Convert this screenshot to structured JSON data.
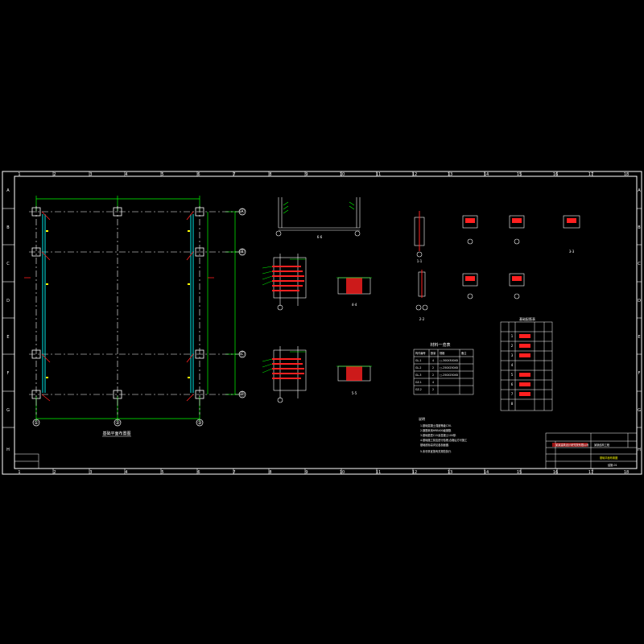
{
  "sheet": {
    "top_ruler": [
      "1",
      "2",
      "3",
      "4",
      "5",
      "6",
      "7",
      "8",
      "9",
      "10",
      "11",
      "12",
      "13",
      "14",
      "15",
      "16",
      "17",
      "18"
    ],
    "bottom_ruler": [
      "1",
      "2",
      "3",
      "4",
      "5",
      "6",
      "7",
      "8",
      "9",
      "10",
      "11",
      "12",
      "13",
      "14",
      "15",
      "16",
      "17",
      "18"
    ],
    "side_ruler": [
      "A",
      "B",
      "C",
      "D",
      "E",
      "F",
      "G",
      "H"
    ]
  },
  "plan": {
    "grid_bottom": [
      "①",
      "②",
      "③"
    ],
    "grid_right": [
      "Ⓐ",
      "Ⓑ",
      "Ⓒ",
      "Ⓓ"
    ],
    "title": "基础平面布置图"
  },
  "sections": {
    "s1": "1-1",
    "s2": "2-2",
    "s3": "3-3",
    "s4": "4-4",
    "s5": "5-5",
    "s6": "6-6"
  },
  "table1": {
    "title": "材料一览表",
    "headers": [
      "构件编号",
      "数量",
      "规格",
      "备注"
    ],
    "rows": [
      [
        "GL-1",
        "4",
        "□-300X300X8",
        ""
      ],
      [
        "GL-2",
        "2",
        "□-250X250X8",
        ""
      ],
      [
        "GL-3",
        "2",
        "□-250X250X8",
        ""
      ],
      [
        "GZ-1",
        "4",
        "",
        ""
      ],
      [
        "GZ-2",
        "2",
        "",
        ""
      ]
    ]
  },
  "table2": {
    "title": "基础配筋表",
    "rows": [
      "1",
      "2",
      "3",
      "4",
      "5",
      "6",
      "7",
      "8"
    ]
  },
  "notes": {
    "heading": "说明",
    "lines": [
      "1.基础混凝土强度等级C30.",
      "2.钢筋采用HRB400级钢筋.",
      "3.基础垫层C15素混凝土100厚.",
      "4.基础施工前应进行验槽,合格后方可施工",
      "  基础底标高详见各剖面图.",
      "5.未尽事宜按有关规范执行."
    ]
  },
  "title_block": {
    "company": "某某建筑设计研究院有限公司",
    "project": "某钢结构工程",
    "drawing_title": "基础平面布置图",
    "drawing_no": "结施-01"
  },
  "colors": {
    "frame": "#ffffff",
    "grid": "#00ff00",
    "rebar": "#ff2020",
    "dim": "#00ffff",
    "text": "#ffff00"
  }
}
